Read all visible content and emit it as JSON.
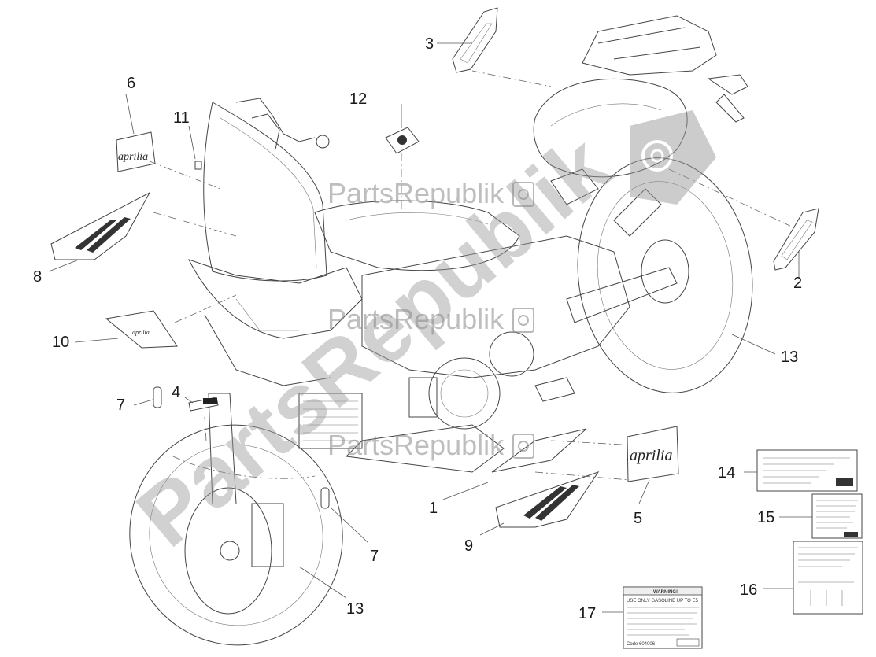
{
  "watermark": {
    "text": "PartsRepublik",
    "big_text": "PartsRepublik"
  },
  "callouts": [
    "1",
    "2",
    "3",
    "4",
    "5",
    "6",
    "7",
    "8",
    "9",
    "10",
    "11",
    "12",
    "13",
    "14",
    "15",
    "16",
    "17"
  ],
  "decal_text": {
    "brand": "aprilia",
    "warning_title": "WARNING!",
    "warning_line1": "USE ONLY GASOLINE UP TO E5",
    "code": "Code 604006"
  },
  "colors": {
    "line": "#444444",
    "watermark": "#8a8a8a",
    "background": "#ffffff"
  }
}
